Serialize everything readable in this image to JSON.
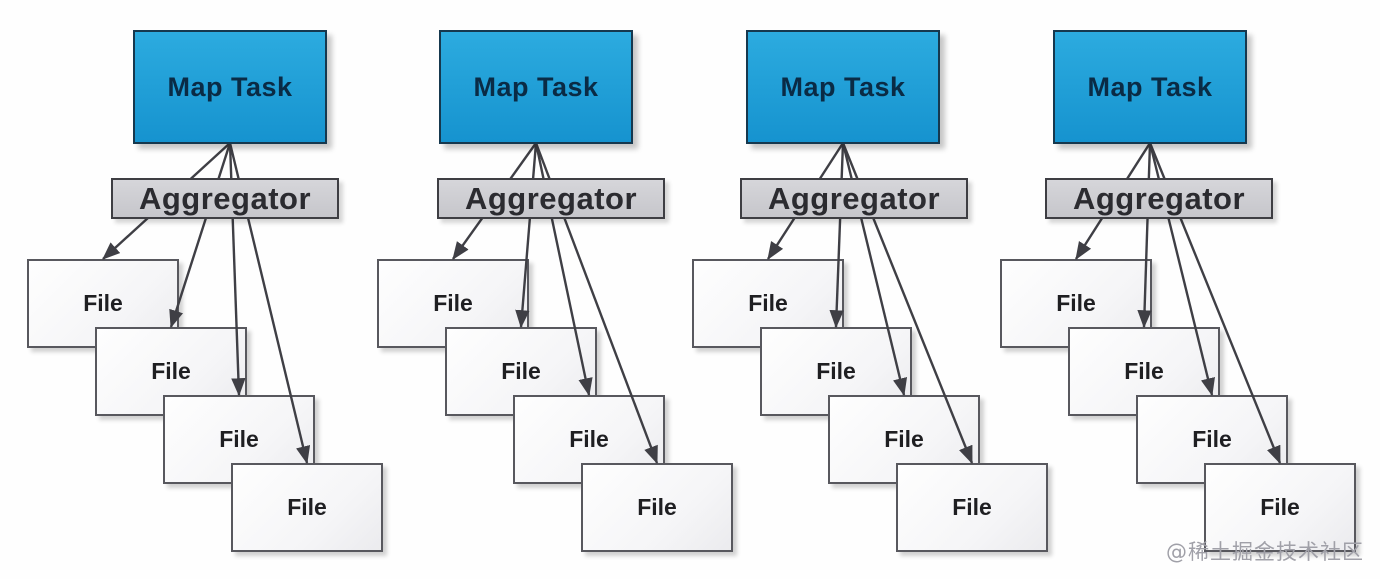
{
  "diagram": {
    "watermark": "@稀土掘金技术社区",
    "columns": [
      {
        "map_task_label": "Map Task",
        "aggregator_label": "Aggregator",
        "files": [
          {
            "label": "File"
          },
          {
            "label": "File"
          },
          {
            "label": "File"
          },
          {
            "label": "File"
          }
        ]
      },
      {
        "map_task_label": "Map Task",
        "aggregator_label": "Aggregator",
        "files": [
          {
            "label": "File"
          },
          {
            "label": "File"
          },
          {
            "label": "File"
          },
          {
            "label": "File"
          }
        ]
      },
      {
        "map_task_label": "Map Task",
        "aggregator_label": "Aggregator",
        "files": [
          {
            "label": "File"
          },
          {
            "label": "File"
          },
          {
            "label": "File"
          },
          {
            "label": "File"
          }
        ]
      },
      {
        "map_task_label": "Map Task",
        "aggregator_label": "Aggregator",
        "files": [
          {
            "label": "File"
          },
          {
            "label": "File"
          },
          {
            "label": "File"
          },
          {
            "label": "File"
          }
        ]
      }
    ],
    "colors": {
      "map_fill_light": "#2cabdf",
      "map_fill_dark": "#1693cf",
      "map_border": "#16384e",
      "map_text": "#0a2b45",
      "agg_fill": "#c6c6cb",
      "agg_border": "#3e3e43",
      "agg_text": "#2b2b30",
      "file_border": "#58585e",
      "file_text": "#1f1f22",
      "arrow": "#3f3f45",
      "watermark": "#a0a0a8"
    }
  }
}
